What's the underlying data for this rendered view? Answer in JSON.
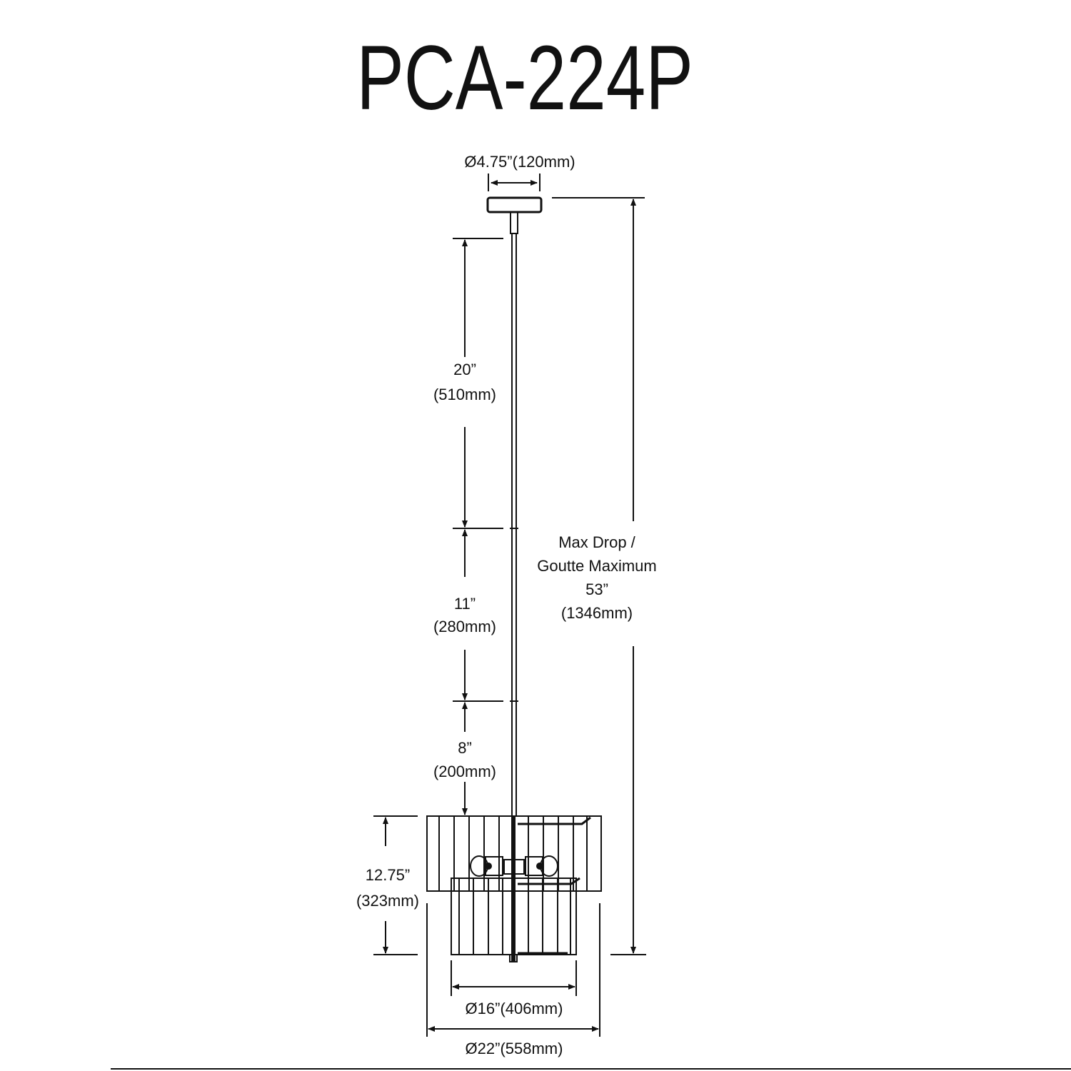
{
  "title": "PCA-224P",
  "dimensions": {
    "canopy": "Ø4.75”(120mm)",
    "rod1_in": "20”",
    "rod1_mm": "(510mm)",
    "rod2_in": "11”",
    "rod2_mm": "(280mm)",
    "rod3_in": "8”",
    "rod3_mm": "(200mm)",
    "max_drop_l1": "Max Drop /",
    "max_drop_l2": "Goutte Maximum",
    "max_drop_in": "53”",
    "max_drop_mm": "(1346mm)",
    "height_in": "12.75”",
    "height_mm": "(323mm)",
    "inner_diameter": "Ø16”(406mm)",
    "outer_diameter": "Ø22”(558mm)"
  }
}
